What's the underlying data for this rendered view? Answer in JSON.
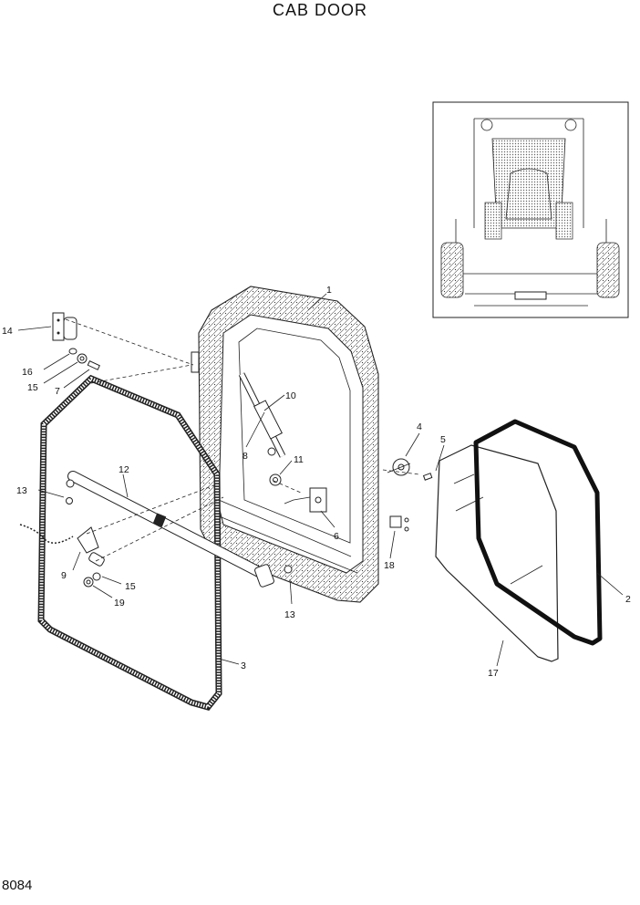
{
  "title": "CAB DOOR",
  "page_number": "8084",
  "callouts": {
    "c1": "1",
    "c2": "2",
    "c3": "3",
    "c4": "4",
    "c5": "5",
    "c6": "6",
    "c7": "7",
    "c8": "8",
    "c9": "9",
    "c10": "10",
    "c11": "11",
    "c12": "12",
    "c13a": "13",
    "c13b": "13",
    "c14": "14",
    "c15a": "15",
    "c15b": "15",
    "c16": "16",
    "c17": "17",
    "c18": "18",
    "c19": "19"
  }
}
